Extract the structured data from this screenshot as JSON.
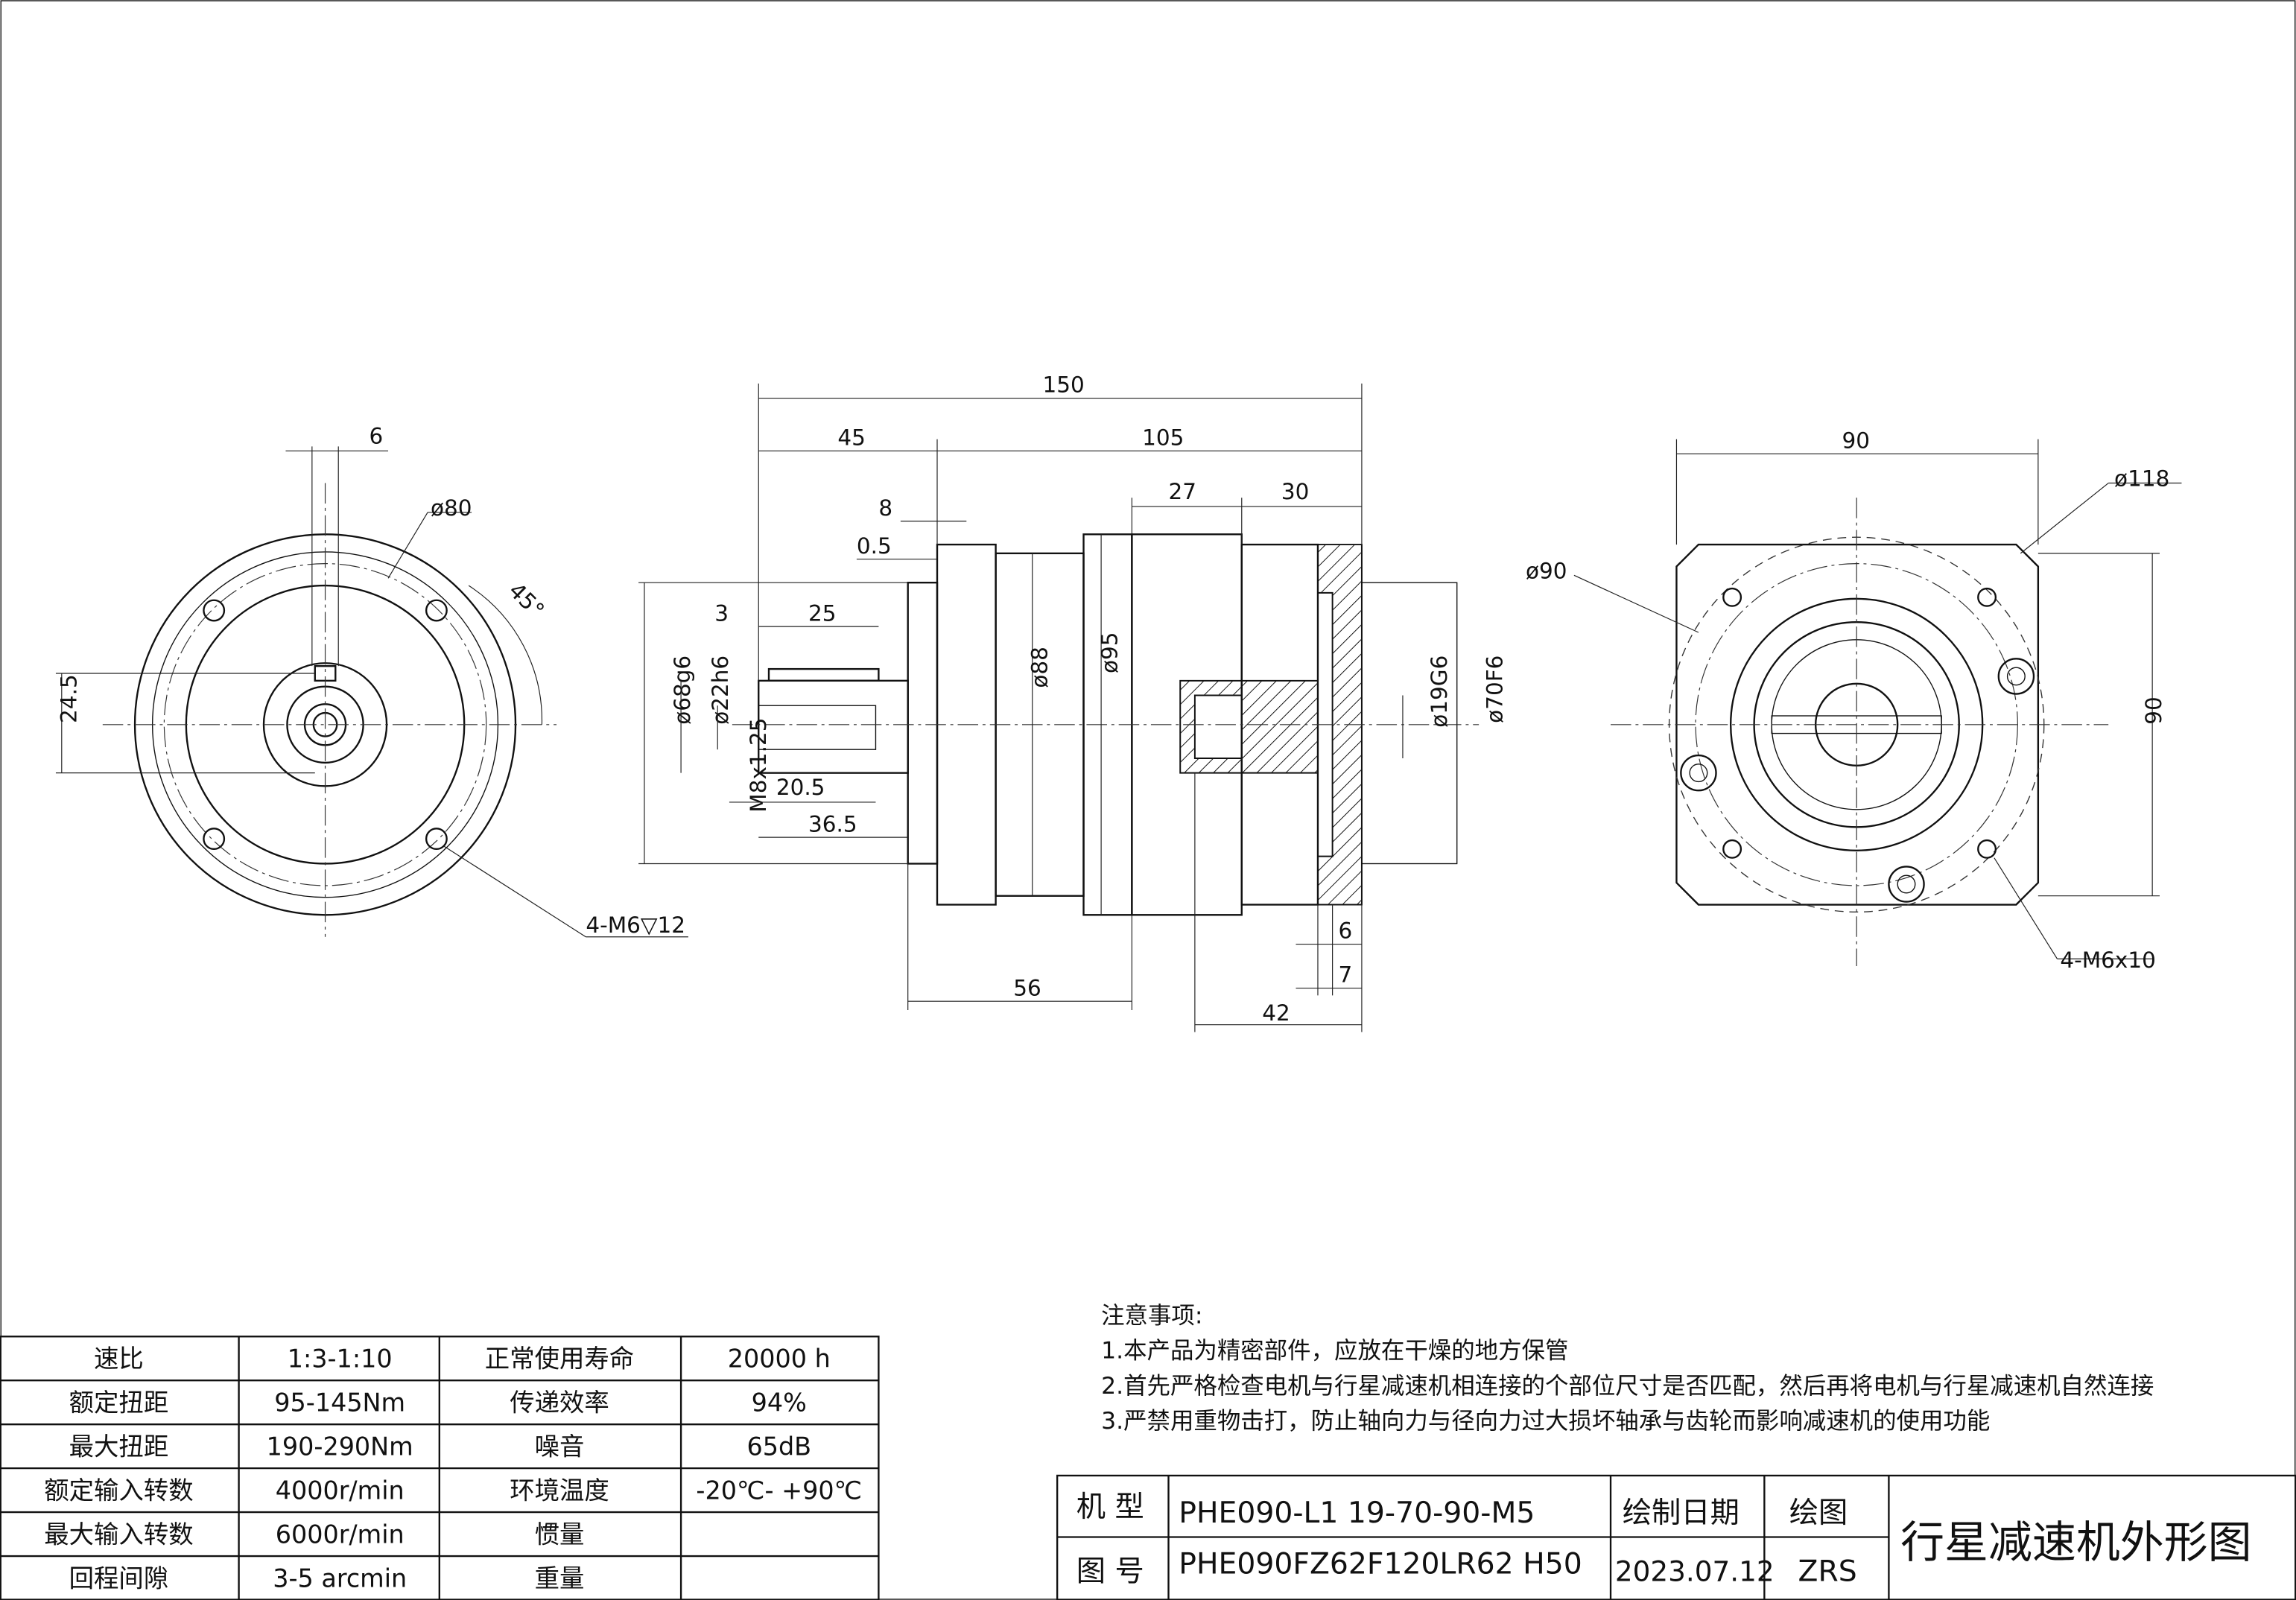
{
  "notes": {
    "title": "注意事项:",
    "items": [
      "1.本产品为精密部件，应放在干燥的地方保管",
      "2.首先严格检查电机与行星减速机相连接的个部位尺寸是否匹配，然后再将电机与行星减速机自然连接",
      "3.严禁用重物击打，防止轴向力与径向力过大损坏轴承与齿轮而影响减速机的使用功能"
    ]
  },
  "spec_table": {
    "rows": [
      [
        "速比",
        "1:3-1:10",
        "正常使用寿命",
        "20000 h"
      ],
      [
        "额定扭距",
        "95-145Nm",
        "传递效率",
        "94%"
      ],
      [
        "最大扭距",
        "190-290Nm",
        "噪音",
        "65dB"
      ],
      [
        "额定输入转数",
        "4000r/min",
        "环境温度",
        "-20℃- +90℃"
      ],
      [
        "最大输入转数",
        "6000r/min",
        "惯量",
        ""
      ],
      [
        "回程间隙",
        "3-5 arcmin",
        "重量",
        ""
      ]
    ]
  },
  "title_block": {
    "model_label": "机 型",
    "model_value": "PHE090-L1 19-70-90-M5",
    "drawing_no_label": "图 号",
    "drawing_no_value": "PHE090FZ62F120LR62 H50",
    "date_label": "绘制日期",
    "date_value": "2023.07.12",
    "drawn_label": "绘图",
    "drawn_value": "ZRS",
    "drawing_title": "行星减速机外形图"
  },
  "dimensions": {
    "left_view": {
      "key_width": "6",
      "dia_80": "ø80",
      "angle": "45°",
      "key_height": "24.5",
      "holes": "4-M6▽12"
    },
    "side_view": {
      "overall": "150",
      "input_len": "45",
      "body_len": "105",
      "d8": "8",
      "d05": "0.5",
      "d27": "27",
      "d30": "30",
      "d3": "3",
      "d25": "25",
      "d205": "20.5",
      "d365": "36.5",
      "d56": "56",
      "d42": "42",
      "d6": "6",
      "d7": "7",
      "dia68": "ø68g6",
      "dia22": "ø22h6",
      "thread": "M8x1.25",
      "dia88": "ø88",
      "dia95": "ø95",
      "dia19": "ø19G6",
      "dia70": "ø70F6"
    },
    "right_view": {
      "width": "90",
      "dia118": "ø118",
      "dia90": "ø90",
      "height": "90",
      "holes": "4-M6x10"
    }
  }
}
